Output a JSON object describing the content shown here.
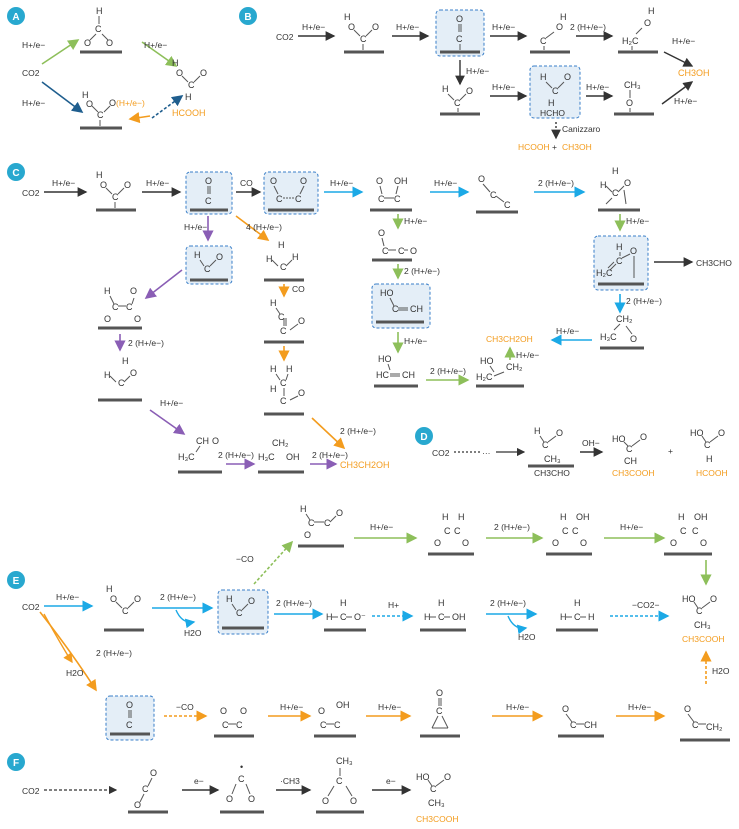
{
  "colors": {
    "black": "#333333",
    "green": "#8DBF5A",
    "blue": "#1BA9E6",
    "darkblue": "#1F5E8E",
    "orange": "#F39C1E",
    "purple": "#8A5EB5",
    "badge": "#28A8CF",
    "highlight": "#E4EEF7"
  },
  "panels": {
    "A": {
      "badge": "A",
      "co2": "CO2",
      "step1": "H+/e−",
      "step2": "H+/e−",
      "step3": "H+/e−",
      "step4": "(H+/e−)",
      "product": "HCOOH"
    },
    "B": {
      "badge": "B",
      "co2": "CO2",
      "s1": "H+/e−",
      "s2": "H+/e−",
      "s3": "H+/e−",
      "s4": "2 (H+/e−)",
      "s5": "H+/e−",
      "s6": "H+/e−",
      "s7": "H+/e−",
      "s8": "H+/e−",
      "s9": "H+/e−",
      "hcho": "HCHO",
      "canizzaro": "Canizzaro",
      "prod_meoh": "CH3OH",
      "prod_hcooh": "HCOOH",
      "plus": "+",
      "prod_meoh2": "CH3OH"
    },
    "C": {
      "badge": "C",
      "co2": "CO2",
      "s1": "H+/e−",
      "s2": "H+/e−",
      "co": "CO",
      "s3": "H+/e−",
      "s4": "H+/e−",
      "s5": "2 (H+/e−)",
      "s6": "H+/e−",
      "s7": "4 (H+/e−)",
      "s8": "CO",
      "s9": "H+/e−",
      "s10": "2 (H+/e−)",
      "s11": "2 (H+/e−)",
      "s12": "H+/e−",
      "s13": "H+/e−",
      "s14": "2 (H+/e−)",
      "s15": "2 (H+/e−)",
      "s16": "H+/e−",
      "s17": "H+/e−",
      "s18": "2 (H+/e−)",
      "s19": "2 (H+/e−)",
      "s20": "H+/e−",
      "ch3cho": "CH3CHO",
      "prod_etoh1": "CH3CH2OH",
      "prod_etoh2": "CH3CH2OH"
    },
    "D": {
      "badge": "D",
      "co2": "CO2",
      "dots": "···",
      "oh": "OH−",
      "ch3cho": "CH3CHO",
      "prod_acetate": "CH3COOH",
      "plus": "+",
      "prod_formic": "HCOOH"
    },
    "E": {
      "badge": "E",
      "co2": "CO2",
      "s1": "H+/e−",
      "s2": "2 (H+/e−)",
      "h2o_1": "H2O",
      "s3": "2 (H+/e−)",
      "s4": "H+",
      "s5": "2 (H+/e−)",
      "h2o_2": "H2O",
      "co2minus": "−CO2−",
      "co_up": "−CO",
      "s6": "H+/e−",
      "s7": "2 (H+/e−)",
      "s8": "H+/e−",
      "s9": "2 (H+/e−)",
      "h2o_3": "H2O",
      "co_low": "−CO",
      "s10": "H+/e−",
      "s11": "H+/e−",
      "s12": "H+/e−",
      "s13": "H+/e−",
      "h2o_4": "H2O",
      "prod_acetate": "CH3COOH"
    },
    "F": {
      "badge": "F",
      "co2": "CO2",
      "e1": "e−",
      "ch3": "·CH3",
      "e2": "e−",
      "prod_acetate": "CH3COOH"
    }
  }
}
